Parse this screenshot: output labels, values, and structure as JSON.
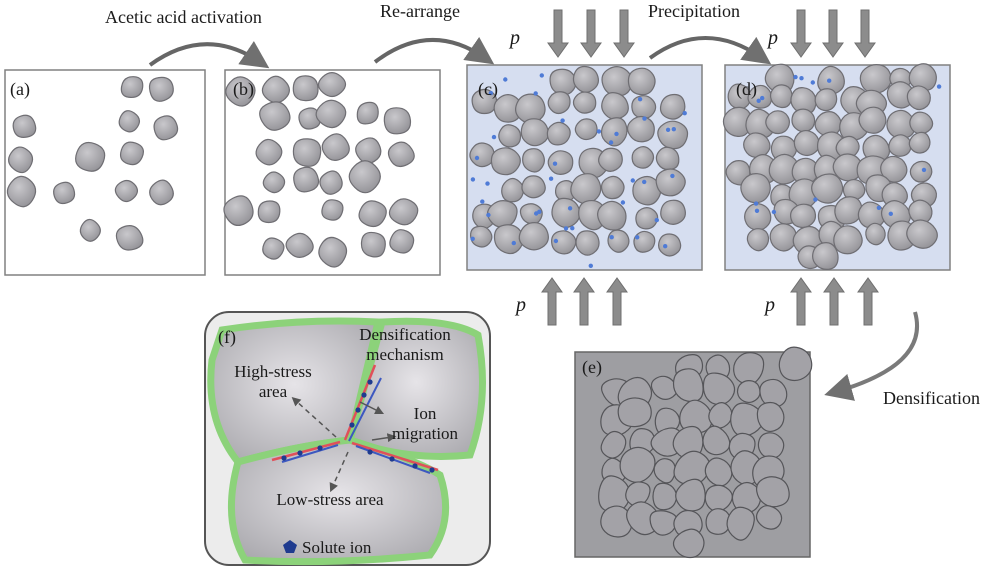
{
  "steps": {
    "step1": "Acetic acid activation",
    "step2": "Re-arrange",
    "step3": "Precipitation",
    "step4": "Densification"
  },
  "pressure_symbol": "p",
  "panels": {
    "a": "(a)",
    "b": "(b)",
    "c": "(c)",
    "d": "(d)",
    "e": "(e)",
    "f": "(f)"
  },
  "inset": {
    "title": "Densification mechanism",
    "high_stress": "High-stress area",
    "ion_migration": "Ion migration",
    "low_stress": "Low-stress area",
    "solute_ion": "Solute ion"
  },
  "colors": {
    "grain_fill": "#9a999e",
    "grain_edge": "#6f6e73",
    "liquid": "#d6def0",
    "solute": "#4f7bd6",
    "arrow": "#8c8c8c",
    "boundary": "#7bc86a"
  }
}
